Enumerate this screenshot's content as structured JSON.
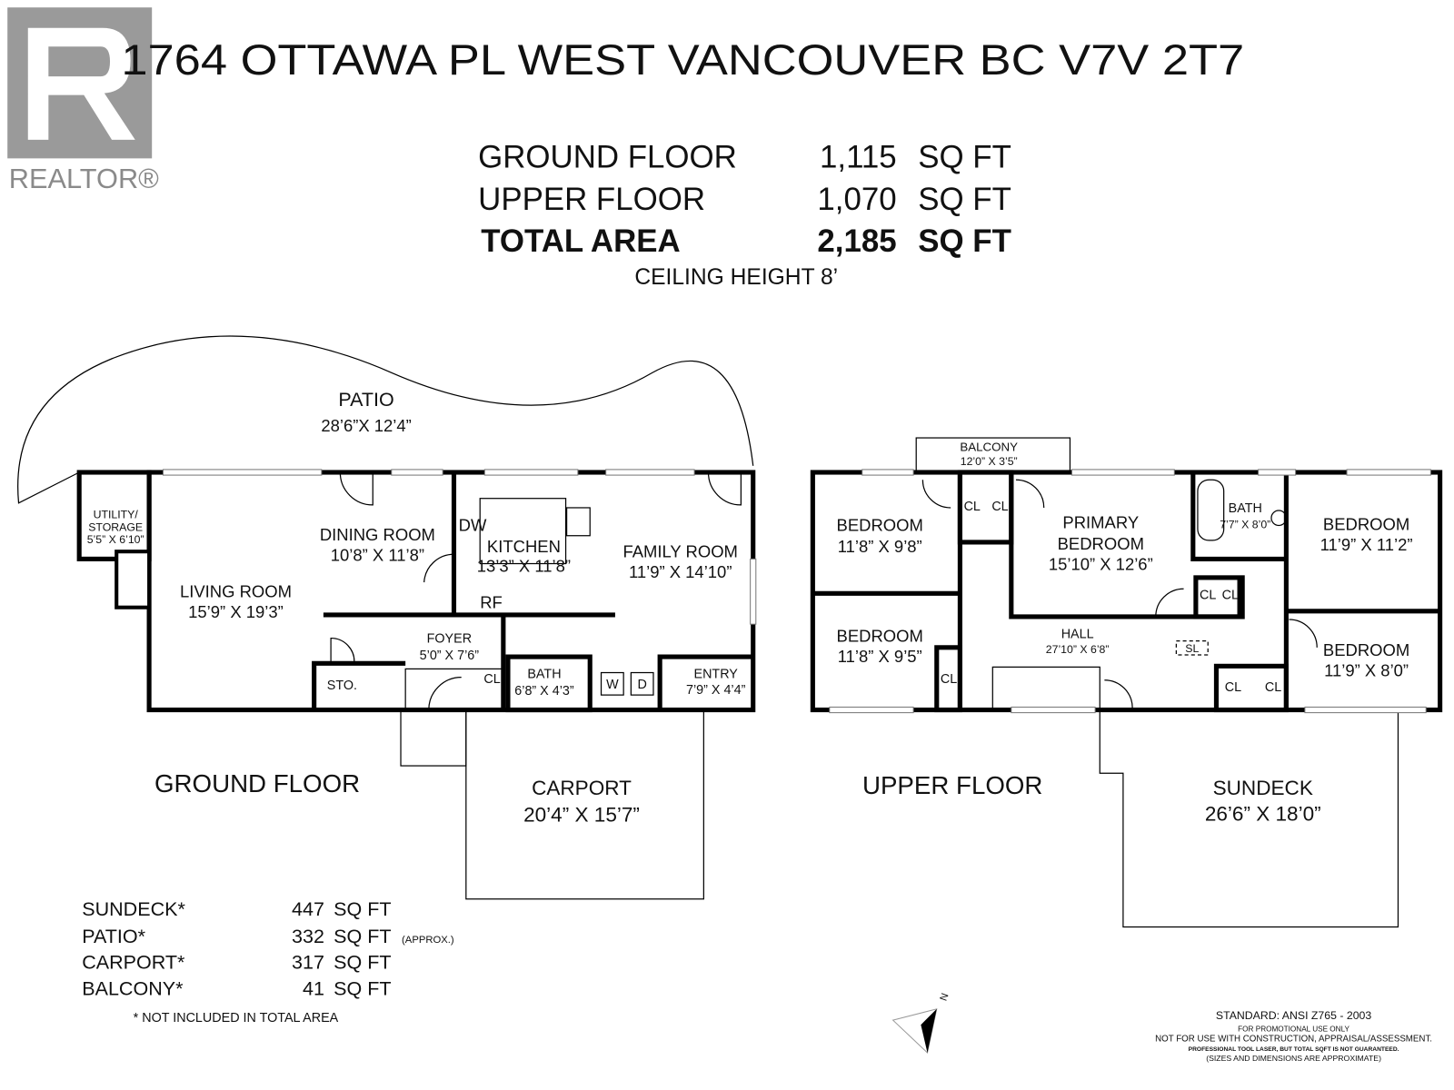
{
  "title": "1764 OTTAWA PL WEST VANCOUVER BC  V7V 2T7",
  "logo": {
    "text": "REALTOR®"
  },
  "areas": [
    {
      "label": "GROUND FLOOR",
      "value": "1,115",
      "unit": "SQ FT"
    },
    {
      "label": "UPPER FLOOR",
      "value": "1,070",
      "unit": "SQ FT"
    },
    {
      "label": "TOTAL AREA",
      "value": "2,185",
      "unit": "SQ FT"
    }
  ],
  "ceiling": "CEILING HEIGHT 8’",
  "ground_floor": {
    "label": "GROUND FLOOR",
    "patio": {
      "name": "PATIO",
      "size": "28’6”X 12’4”"
    },
    "utility": {
      "name1": "UTILITY/",
      "name2": "STORAGE",
      "size": "5’5” X 6’10”"
    },
    "dining": {
      "name": "DINING ROOM",
      "size": "10’8” X 11’8”"
    },
    "kitchen": {
      "name": "KITCHEN",
      "size": "13’3” X 11’8”",
      "dw": "DW",
      "rf": "RF"
    },
    "family": {
      "name": "FAMILY ROOM",
      "size": "11’9” X 14’10”"
    },
    "living": {
      "name": "LIVING ROOM",
      "size": "15’9” X 19’3”"
    },
    "foyer": {
      "name": "FOYER",
      "size": "5’0” X 7’6”"
    },
    "sto": "STO.",
    "cl": "CL",
    "bath": {
      "name": "BATH",
      "size": "6’8” X 4’3”"
    },
    "washer": "W",
    "dryer": "D",
    "entry": {
      "name": "ENTRY",
      "size": "7’9” X 4’4”"
    },
    "carport": {
      "name": "CARPORT",
      "size": "20’4” X 15’7”"
    }
  },
  "upper_floor": {
    "label": "UPPER FLOOR",
    "balcony": {
      "name": "BALCONY",
      "size": "12’0” X 3’5”"
    },
    "bedroom1": {
      "name": "BEDROOM",
      "size": "11’8” X 9’8”"
    },
    "bedroom2": {
      "name": "BEDROOM",
      "size": "11’8” X 9’5”"
    },
    "primary": {
      "name1": "PRIMARY",
      "name2": "BEDROOM",
      "size": "15’10” X 12’6”"
    },
    "bath": {
      "name": "BATH",
      "size": "7’7” X 8’0”"
    },
    "bedroom3": {
      "name": "BEDROOM",
      "size": "11’9” X 11’2”"
    },
    "bedroom4": {
      "name": "BEDROOM",
      "size": "11’9” X 8’0”"
    },
    "hall": {
      "name": "HALL",
      "size": "27’10” X 6’8”"
    },
    "sl": "SL",
    "cl": "CL",
    "sundeck": {
      "name": "SUNDECK",
      "size": "26’6” X 18’0”"
    }
  },
  "exterior_areas": [
    {
      "label": "SUNDECK*",
      "value": "447",
      "unit": "SQ FT",
      "note": ""
    },
    {
      "label": "PATIO*",
      "value": "332",
      "unit": "SQ FT",
      "note": "(APPROX.)"
    },
    {
      "label": "CARPORT*",
      "value": "317",
      "unit": "SQ FT",
      "note": ""
    },
    {
      "label": "BALCONY*",
      "value": "41",
      "unit": "SQ FT",
      "note": ""
    }
  ],
  "footnote": "* NOT INCLUDED IN TOTAL AREA",
  "compass": "N",
  "disclaimer": [
    "STANDARD: ANSI  Z765 - 2003",
    "FOR PROMOTIONAL USE ONLY",
    "NOT FOR USE WITH CONSTRUCTION, APPRAISAL/ASSESSMENT.",
    "PROFESSIONAL TOOL LASER, BUT TOTAL SQFT IS NOT GUARANTEED.",
    "(SIZES AND DIMENSIONS ARE APPROXIMATE)"
  ]
}
